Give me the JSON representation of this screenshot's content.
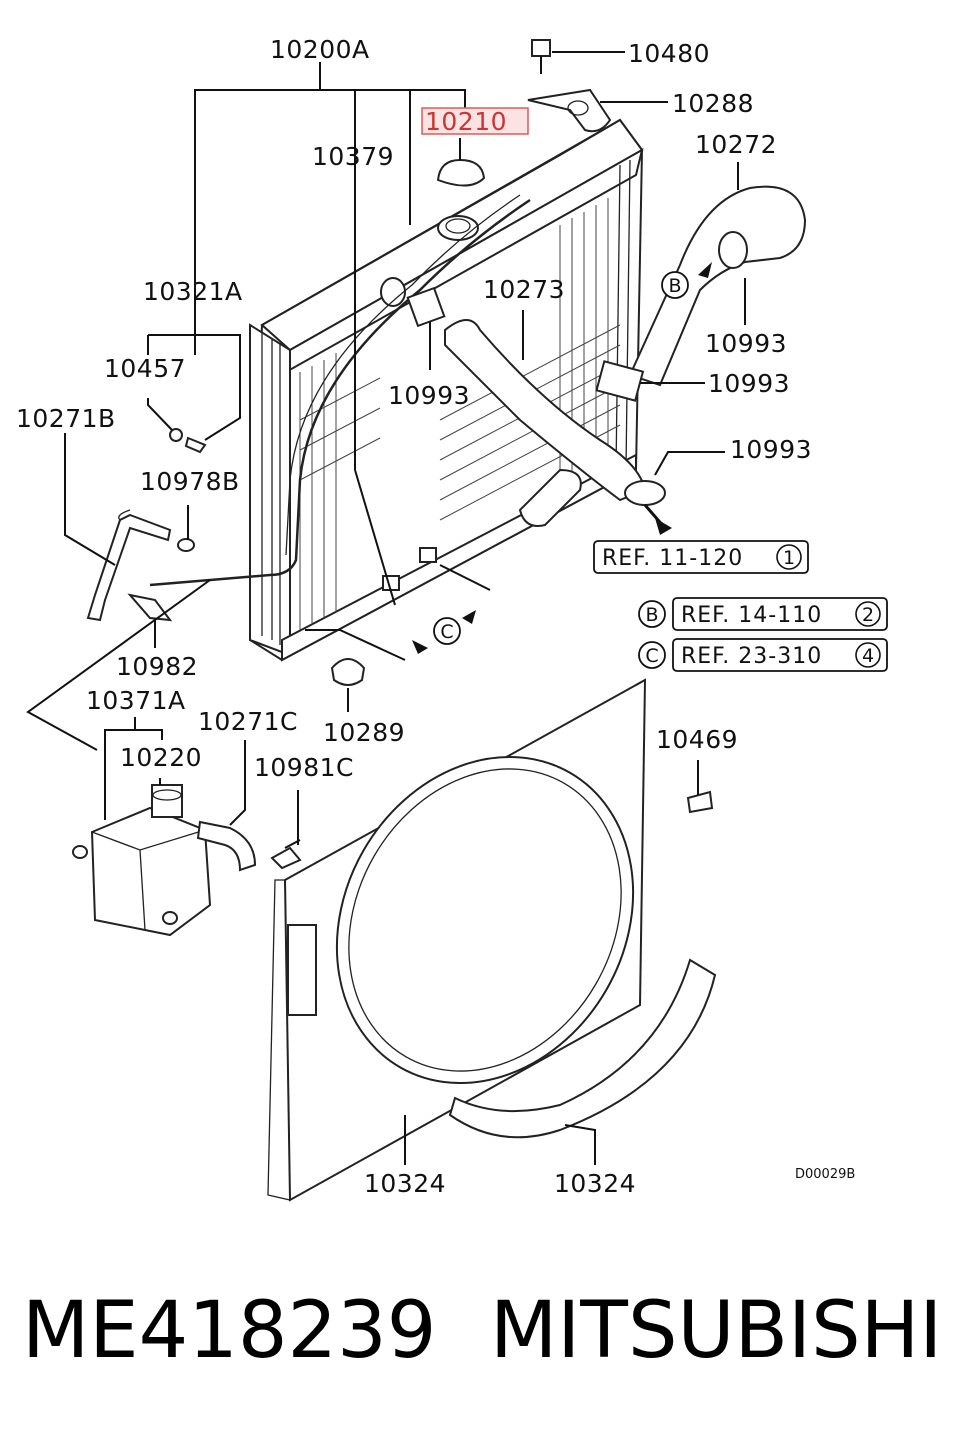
{
  "labels": {
    "l10200A": "10200A",
    "l10480": "10480",
    "l10210": "10210",
    "l10288": "10288",
    "l10379": "10379",
    "l10272": "10272",
    "l10321A": "10321A",
    "l10273": "10273",
    "l10457": "10457",
    "l10993a": "10993",
    "l10993b": "10993",
    "l10993c": "10993",
    "l10993d": "10993",
    "l10271B": "10271B",
    "l10978B": "10978B",
    "l10982": "10982",
    "l10289": "10289",
    "l10371A": "10371A",
    "l10271C": "10271C",
    "l10220": "10220",
    "l10981C": "10981C",
    "l10469": "10469",
    "l10324a": "10324",
    "l10324b": "10324"
  },
  "refs": {
    "ref1_text": "REF. 11-120",
    "ref1_num": "1",
    "ref2_letter": "B",
    "ref2_text": "REF. 14-110",
    "ref2_num": "2",
    "ref3_letter": "C",
    "ref3_text": "REF. 23-310",
    "ref3_num": "4",
    "callout_b": "B",
    "callout_c": "C"
  },
  "diagram_code": "D00029B",
  "highlight_color": "#e05a5a",
  "footer": {
    "part_number": "ME418239",
    "brand": "MITSUBISHI"
  }
}
